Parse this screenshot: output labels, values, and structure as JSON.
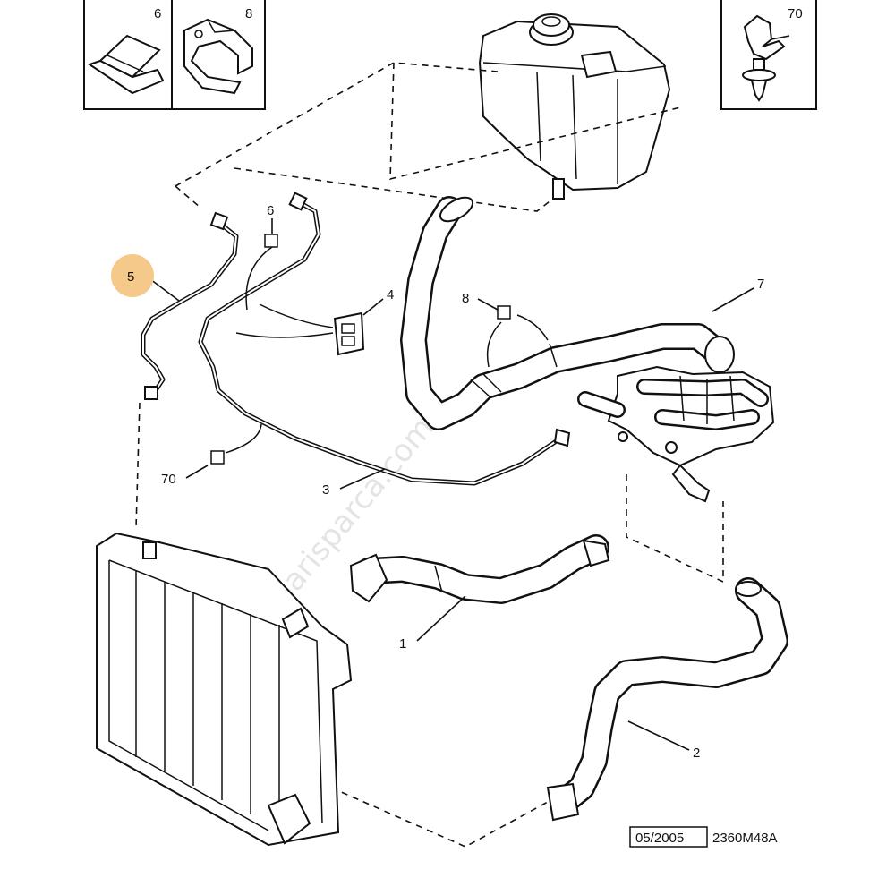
{
  "insets": [
    {
      "id": "inset-6",
      "number": "6"
    },
    {
      "id": "inset-8",
      "number": "8"
    },
    {
      "id": "inset-70",
      "number": "70"
    }
  ],
  "callouts": {
    "c1": "1",
    "c2": "2",
    "c3": "3",
    "c4": "4",
    "c5": "5",
    "c6": "6",
    "c7": "7",
    "c8": "8",
    "c70": "70"
  },
  "highlight_color": "#f5c98a",
  "reference": {
    "date": "05/2005",
    "code": "2360M48A"
  },
  "watermark": "siparisparca.com"
}
